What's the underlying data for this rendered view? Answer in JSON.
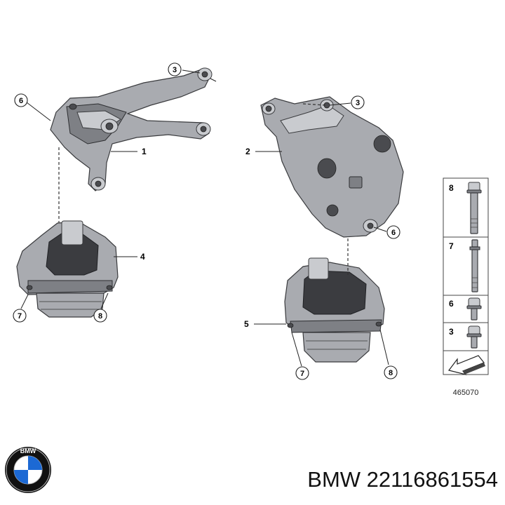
{
  "callouts": {
    "c6_left": "6",
    "c3_left": "3",
    "c1": "1",
    "c4": "4",
    "c7_left": "7",
    "c8_left": "8",
    "c3_right": "3",
    "c2": "2",
    "c6_right": "6",
    "c5": "5",
    "c7_right": "7",
    "c8_right": "8"
  },
  "parts_sheet": {
    "rows": [
      "8",
      "7",
      "6",
      "3"
    ],
    "drawing_number": "465070"
  },
  "brand": {
    "ring_letters": "BMW",
    "caption": "BMW 22116861554"
  },
  "colors": {
    "metal": "#a9abb0",
    "rubber": "#3b3c40",
    "bmw_blue": "#1c69d4"
  }
}
